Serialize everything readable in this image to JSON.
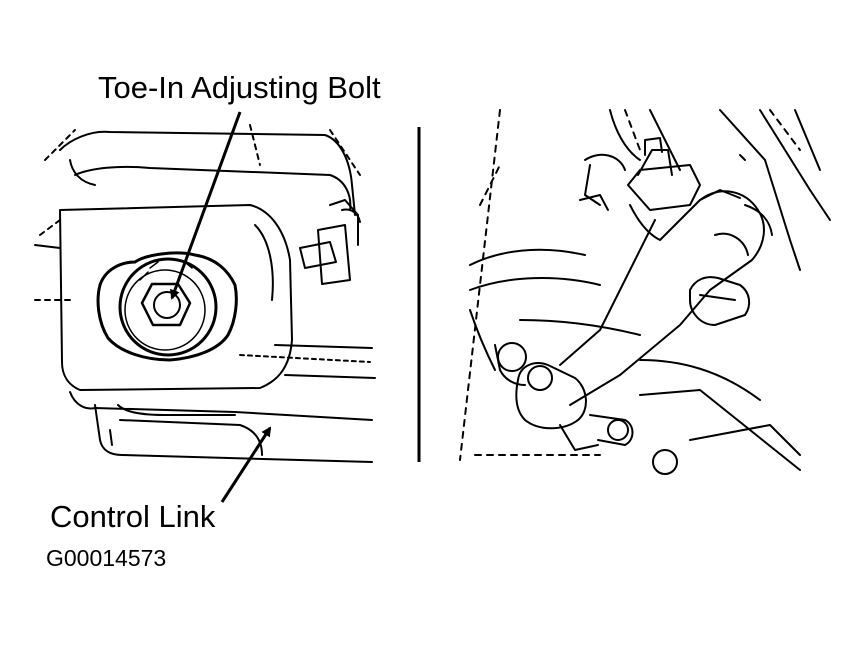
{
  "labels": {
    "toe_in_bolt": "Toe-In Adjusting Bolt",
    "control_link": "Control Link",
    "figure_id": "G00014573"
  }
}
